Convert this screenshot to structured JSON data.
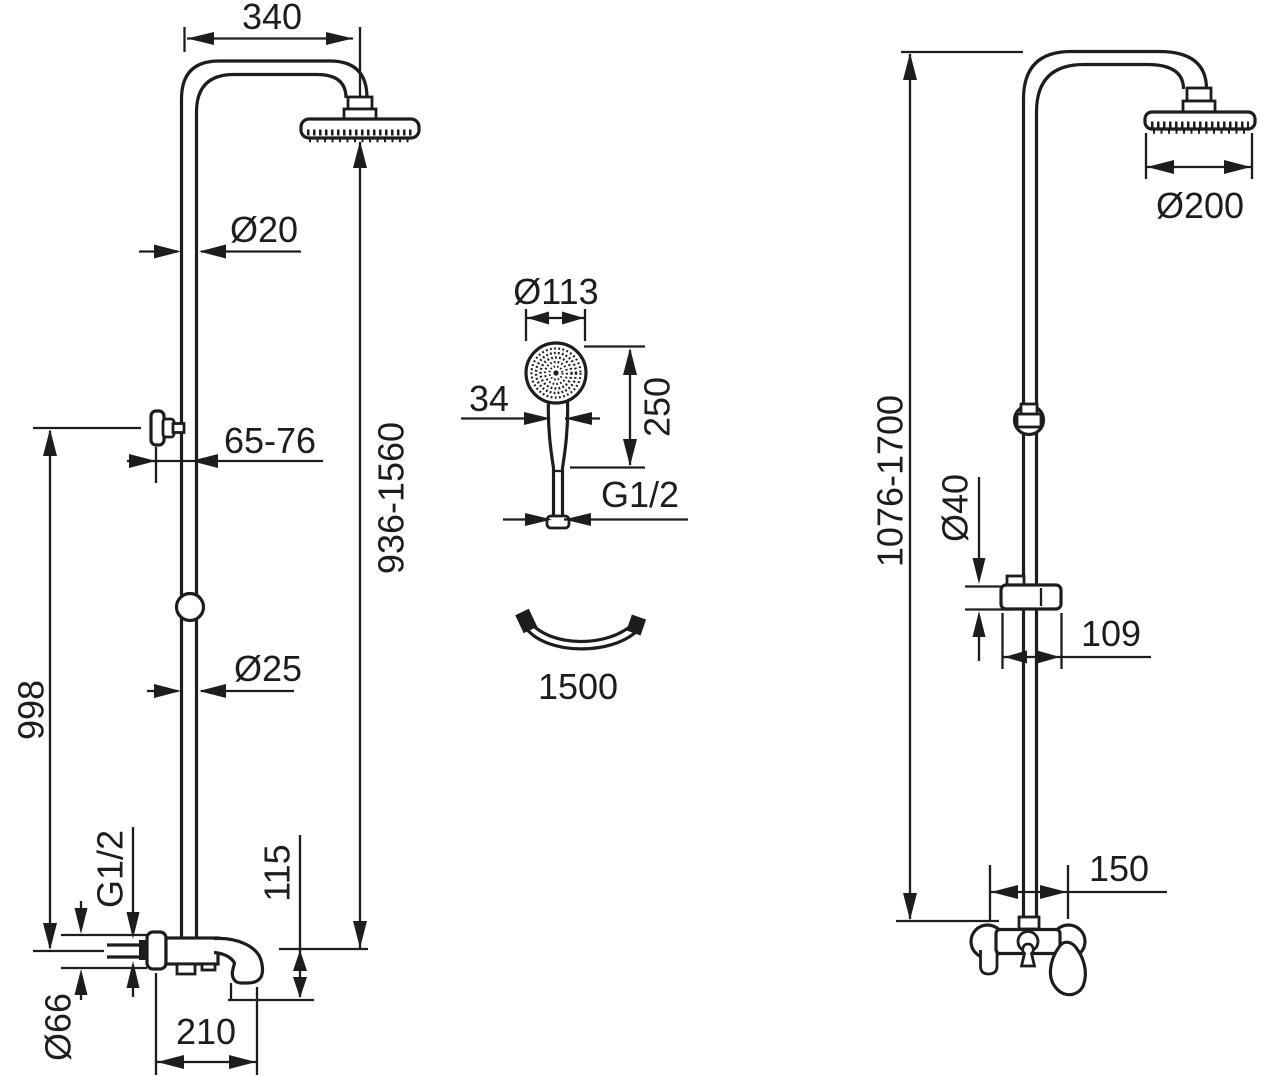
{
  "drawing": {
    "title": "Shower column technical dimensional drawing",
    "background_color": "#ffffff",
    "line_color": "#1d1d1b",
    "views": [
      "left-column-with-spout",
      "hand-shower",
      "hose",
      "right-column-with-mixer"
    ]
  },
  "labels": {
    "left": {
      "arm_reach": "340",
      "upper_pipe_diameter": "Ø20",
      "bracket_offset": "65-76",
      "head_height_range": "936-1560",
      "bracket_height": "998",
      "lower_pipe_diameter": "Ø25",
      "inlet_thread": "G1/2",
      "spout_drop": "115",
      "escutcheon_diameter": "Ø66",
      "spout_reach": "210"
    },
    "hand_shower": {
      "head_diameter": "Ø113",
      "grip_diameter": "34",
      "length": "250",
      "thread": "G1/2"
    },
    "hose": {
      "length": "1500"
    },
    "right": {
      "head_diameter": "Ø200",
      "height_range": "1076-1700",
      "slider_diameter": "Ø40",
      "slider_width": "109",
      "inlet_spacing": "150"
    }
  }
}
